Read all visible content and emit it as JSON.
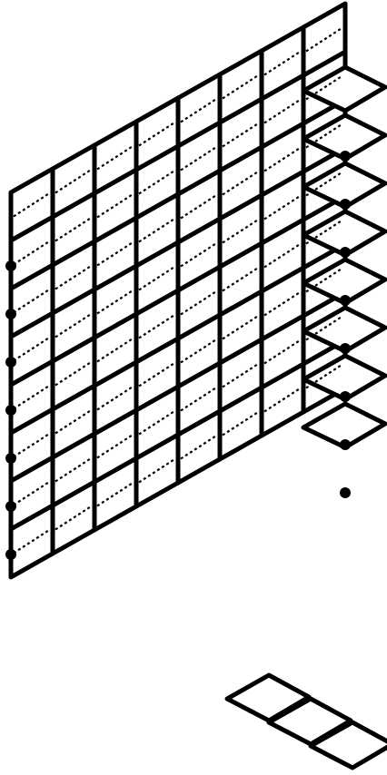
{
  "figure": {
    "kind": "isometric-cube-stack",
    "line_color": "#000000",
    "face_color": "#ffffff",
    "column_heights": [
      8,
      8,
      8,
      8,
      8,
      8,
      8,
      8
    ],
    "marker_rows_left": [
      0,
      1,
      2,
      3,
      4,
      5,
      6
    ],
    "marker_rows_right": [
      0,
      1,
      2,
      3,
      4,
      5,
      6,
      7
    ]
  }
}
